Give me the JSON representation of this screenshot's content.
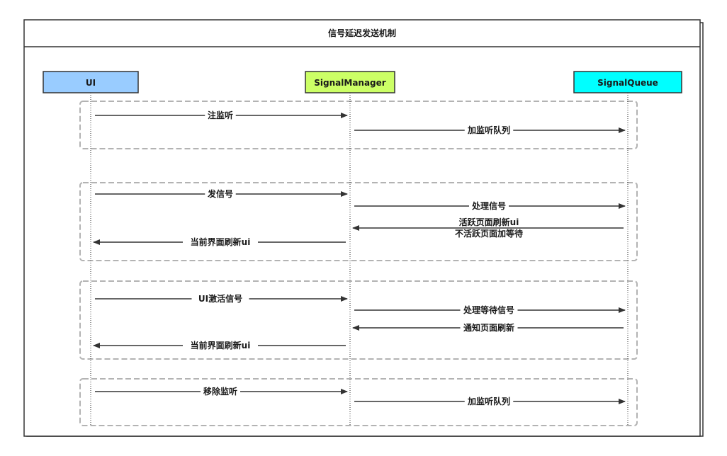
{
  "title": "信号延迟发送机制",
  "participants": [
    {
      "id": "ui",
      "label": "UI",
      "color": "#99ccff"
    },
    {
      "id": "sm",
      "label": "SignalManager",
      "color": "#ccff66"
    },
    {
      "id": "sq",
      "label": "SignalQueue",
      "color": "#00ffff"
    }
  ],
  "groups": [
    {
      "name": "register",
      "messages": [
        {
          "from": "ui",
          "to": "sm",
          "label": "注监听"
        },
        {
          "from": "sm",
          "to": "sq",
          "label": "加监听队列"
        }
      ]
    },
    {
      "name": "send",
      "messages": [
        {
          "from": "ui",
          "to": "sm",
          "label": "发信号"
        },
        {
          "from": "sm",
          "to": "sq",
          "label": "处理信号"
        },
        {
          "from": "sq",
          "to": "sm",
          "label": "活跃页面刷新ui",
          "label2": "不活跃页面加等待"
        },
        {
          "from": "sm",
          "to": "ui",
          "label": "当前界面刷新ui"
        }
      ]
    },
    {
      "name": "activate",
      "messages": [
        {
          "from": "ui",
          "to": "sm",
          "label": "UI激活信号"
        },
        {
          "from": "sm",
          "to": "sq",
          "label": "处理等待信号"
        },
        {
          "from": "sq",
          "to": "sm",
          "label": "通知页面刷新"
        },
        {
          "from": "sm",
          "to": "ui",
          "label": "当前界面刷新ui"
        }
      ]
    },
    {
      "name": "remove",
      "messages": [
        {
          "from": "ui",
          "to": "sm",
          "label": "移除监听"
        },
        {
          "from": "sm",
          "to": "sq",
          "label": "加监听队列"
        }
      ]
    }
  ]
}
